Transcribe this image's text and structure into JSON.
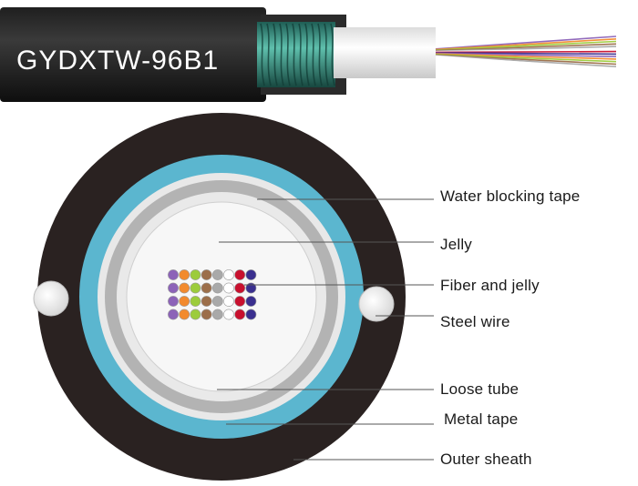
{
  "cable": {
    "model_label": "GYDXTW-96B1"
  },
  "callouts": {
    "water_blocking_tape": "Water blocking tape",
    "jelly": "Jelly",
    "fiber_and_jelly": "Fiber and jelly",
    "steel_wire": "Steel wire",
    "loose_tube": "Loose tube",
    "metal_tape": "Metal tape",
    "outer_sheath": "Outer sheath"
  },
  "colors": {
    "sheath": "#2a2221",
    "metal_tape": "#5bb6cf",
    "water_blocking_tape": "#e8e8e8",
    "loose_tube_wall": "#b3b3b3",
    "jelly": "#f7f7f7",
    "steel_wire": "#ffffff",
    "armor_green": "#2f8f7f",
    "leader_line": "#555555"
  },
  "fiber_colors": [
    "#8c63b8",
    "#f28a2e",
    "#9ccc3c",
    "#9c6e4a",
    "#a9a9a9",
    "#ffffff",
    "#c8102e",
    "#3a2f8f"
  ],
  "fiber_rows": 4
}
